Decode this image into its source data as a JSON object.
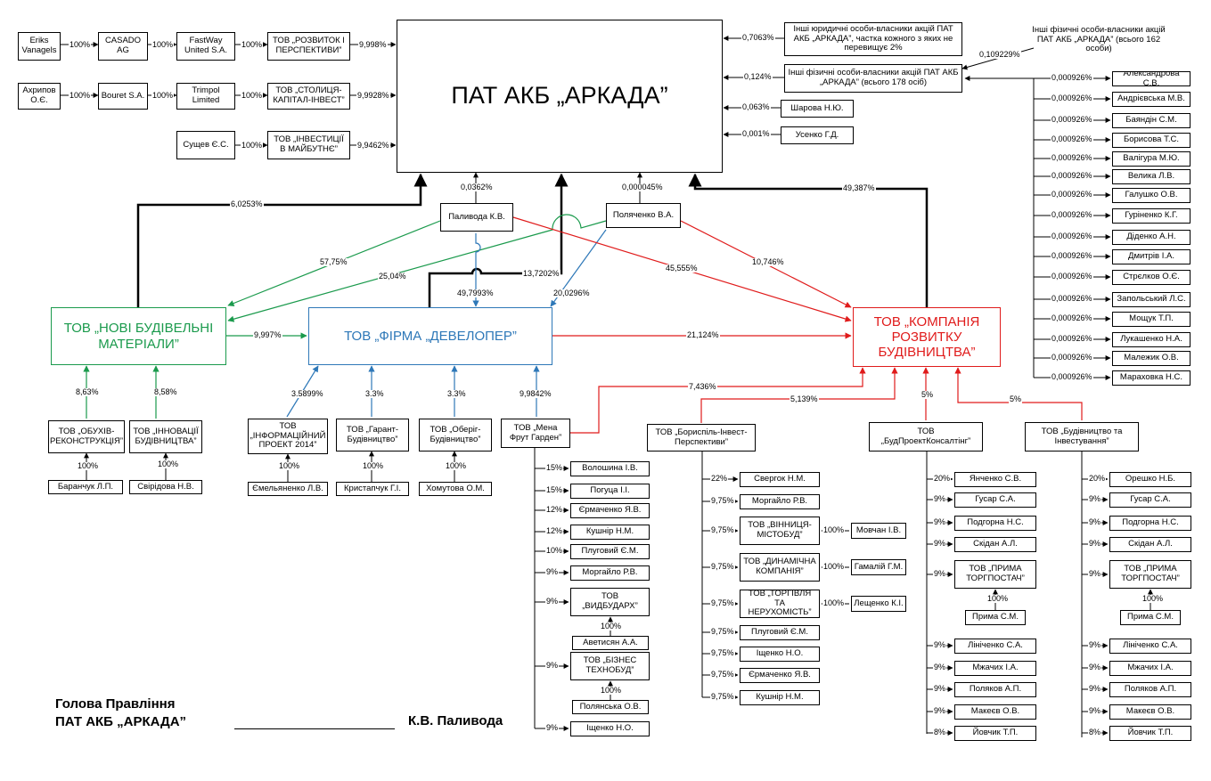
{
  "bank": {
    "title": "ПАТ АКБ „АРКАДА”"
  },
  "companies": {
    "nbm": "ТОВ „НОВІ БУДІВЕЛЬНІ МАТЕРІАЛИ”",
    "dev": "ТОВ „ФІРМА „ДЕВЕЛОПЕР”",
    "krb": "ТОВ „КОМПАНІЯ РОЗВИТКУ БУДІВНИЦТВА”"
  },
  "top_chains": [
    {
      "a": "Eriks Vanagels",
      "b": "CASADO AG",
      "c": "FastWay United S.A.",
      "d": "ТОВ „РОЗВИТОК І ПЕРСПЕКТИВИ”",
      "p1": "100%",
      "p2": "100%",
      "p3": "100%",
      "pct": "9,998%"
    },
    {
      "a": "Ахрипов О.Є.",
      "b": "Bouret S.A.",
      "c": "Trimpol Limited",
      "d": "ТОВ „СТОЛИЦЯ-КАПІТАЛ-ІНВЕСТ”",
      "p1": "100%",
      "p2": "100%",
      "p3": "100%",
      "pct": "9,9928%"
    },
    {
      "c": "Сущев Є.С.",
      "d": "ТОВ „ІНВЕСТИЦІЇ В МАЙБУТНЄ”",
      "p3": "100%",
      "pct": "9,9462%"
    }
  ],
  "right_holders": [
    {
      "name": "Інші юридичні особи-власники акцій ПАТ АКБ „АРКАДА”, частка кожного з яких не перевищує 2%",
      "pct": "0,7063%"
    },
    {
      "name": "Інші фізичні особи-власники акцій ПАТ АКБ „АРКАДА” (всього 178 осіб)",
      "pct": "0,124%"
    },
    {
      "name": "Шарова Н.Ю.",
      "pct": "0,063%"
    },
    {
      "name": "Усенко Г.Д.",
      "pct": "0,001%"
    }
  ],
  "other_phys162": {
    "name": "Інші фізичні особи-власники акцій ПАТ АКБ „АРКАДА” (всього 162 особи)",
    "pct": "0,109229%"
  },
  "persons_list": {
    "pct": "0,000926%",
    "names": [
      "Александрова С.В.",
      "Андрієвська М.В.",
      "Баяндін С.М.",
      "Борисова Т.С.",
      "Валігура М.Ю.",
      "Велика Л.В.",
      "Галушко О.В.",
      "Гуріненко К.Г.",
      "Діденко А.Н.",
      "Дмитрів І.А.",
      "Стрєлков О.Є.",
      "Запольський Л.С.",
      "Мощук Т.П.",
      "Лукашенко Н.А.",
      "Малежик О.В.",
      "Мараховка Н.С."
    ]
  },
  "mid": {
    "palyvoda": "Паливода К.В.",
    "palyvoda_pct": "0,0362%",
    "polyachenko": "Поляченко В.А.",
    "polyachenko_pct": "0,000045%",
    "nbm_bank": "6,0253%",
    "krb_bank": "49,387%",
    "dev_bank": "13,7202%",
    "pal_nbm": "57,75%",
    "pol_nbm": "25,04%",
    "pal_dev": "49,7993%",
    "pol_dev": "20,0296%",
    "pal_krb": "45,555%",
    "pol_krb": "10,746%",
    "nbm_dev": "9,997%",
    "dev_krb": "21,124%",
    "mena_krb": "7,436%",
    "borys_krb": "5,139%",
    "bpk_krb": "5%",
    "bi_krb": "5%"
  },
  "nbm_subs": [
    {
      "name": "ТОВ „ОБУХІВ-РЕКОНСТРУКЦІЯ”",
      "pct": "8,63%",
      "owner": "Баранчук Л.П.",
      "opct": "100%"
    },
    {
      "name": "ТОВ „ІННОВАЦІЇ БУДІВНИЦТВА”",
      "pct": "8,58%",
      "owner": "Свірідова Н.В.",
      "opct": "100%"
    }
  ],
  "dev_subs": [
    {
      "name": "ТОВ „ІНФОРМАЦІЙНИЙ ПРОЕКТ 2014”",
      "pct": "3.5899%",
      "owner": "Ємельяненко Л.В.",
      "opct": "100%"
    },
    {
      "name": "ТОВ „Гарант-Будівництво”",
      "pct": "3.3%",
      "owner": "Кристапчук Г.І.",
      "opct": "100%"
    },
    {
      "name": "ТОВ „Оберіг-Будівництво”",
      "pct": "3.3%",
      "owner": "Хомутова О.М.",
      "opct": "100%"
    },
    {
      "name": "ТОВ „Мена Фрут Гарден”",
      "pct": "9,9842%"
    }
  ],
  "mena_owners": [
    {
      "name": "Волошина І.В.",
      "pct": "15%"
    },
    {
      "name": "Погуца І.І.",
      "pct": "15%"
    },
    {
      "name": "Єрмаченко Я.В.",
      "pct": "12%"
    },
    {
      "name": "Кушнір Н.М.",
      "pct": "12%"
    },
    {
      "name": "Плуговий Є.М.",
      "pct": "10%"
    },
    {
      "name": "Моргайло Р.В.",
      "pct": "9%"
    },
    {
      "name": "ТОВ „ВИДБУДАРХ”",
      "pct": "9%",
      "sub": "Аветисян А.А.",
      "subpct": "100%"
    },
    {
      "name": "ТОВ „БІЗНЕС ТЕХНОБУД”",
      "pct": "9%",
      "sub": "Полянська О.В.",
      "subpct": "100%"
    },
    {
      "name": "Іщенко Н.О.",
      "pct": "9%"
    }
  ],
  "borys": {
    "name": "ТОВ „Бориспіль-Інвест-Перспективи”",
    "owners": [
      {
        "name": "Свергок Н.М.",
        "pct": "22%"
      },
      {
        "name": "Моргайло Р.В.",
        "pct": "9,75%"
      },
      {
        "name": "ТОВ „ВІННИЦЯ-МІСТОБУД”",
        "pct": "9,75%",
        "side": "Мовчан І.В.",
        "sidepct": "100%"
      },
      {
        "name": "ТОВ „ДИНАМІЧНА КОМПАНІЯ”",
        "pct": "9,75%",
        "side": "Гамалій Г.М.",
        "sidepct": "100%"
      },
      {
        "name": "ТОВ „ТОРГІВЛЯ ТА НЕРУХОМІСТЬ”",
        "pct": "9,75%",
        "side": "Лещенко К.І.",
        "sidepct": "100%"
      },
      {
        "name": "Плуговий Є.М.",
        "pct": "9,75%"
      },
      {
        "name": "Іщенко Н.О.",
        "pct": "9,75%"
      },
      {
        "name": "Єрмаченко Я.В.",
        "pct": "9,75%"
      },
      {
        "name": "Кушнір Н.М.",
        "pct": "9,75%"
      }
    ]
  },
  "bpk": {
    "name": "ТОВ „БудПроектКонсалтінг”",
    "owners": [
      {
        "name": "Янченко С.В.",
        "pct": "20%"
      },
      {
        "name": "Гусар С.А.",
        "pct": "9%"
      },
      {
        "name": "Подгорна Н.С.",
        "pct": "9%"
      },
      {
        "name": "Скідан А.Л.",
        "pct": "9%"
      },
      {
        "name": "ТОВ „ПРИМА ТОРГПОСТАЧ”",
        "pct": "9%",
        "sub": "Прима С.М.",
        "subpct": "100%"
      },
      {
        "name": "Лініченко С.А.",
        "pct": "9%"
      },
      {
        "name": "Мжачих І.А.",
        "pct": "9%"
      },
      {
        "name": "Поляков А.П.",
        "pct": "9%"
      },
      {
        "name": "Макеєв О.В.",
        "pct": "9%"
      },
      {
        "name": "Йовчик Т.П.",
        "pct": "8%"
      }
    ]
  },
  "bi": {
    "name": "ТОВ „Будівництво та Інвестування”",
    "owners": [
      {
        "name": "Орешко Н.Б.",
        "pct": "20%"
      },
      {
        "name": "Гусар С.А.",
        "pct": "9%"
      },
      {
        "name": "Подгорна Н.С.",
        "pct": "9%"
      },
      {
        "name": "Скідан А.Л.",
        "pct": "9%"
      },
      {
        "name": "ТОВ „ПРИМА ТОРГПОСТАЧ”",
        "pct": "9%",
        "sub": "Прима С.М.",
        "subpct": "100%"
      },
      {
        "name": "Лініченко С.А.",
        "pct": "9%"
      },
      {
        "name": "Мжачих І.А.",
        "pct": "9%"
      },
      {
        "name": "Поляков А.П.",
        "pct": "9%"
      },
      {
        "name": "Макеєв О.В.",
        "pct": "9%"
      },
      {
        "name": "Йовчик Т.П.",
        "pct": "8%"
      }
    ]
  },
  "signature": {
    "line1": "Голова Правління",
    "line2": "ПАТ АКБ „АРКАДА”",
    "name": "К.В. Паливода"
  }
}
